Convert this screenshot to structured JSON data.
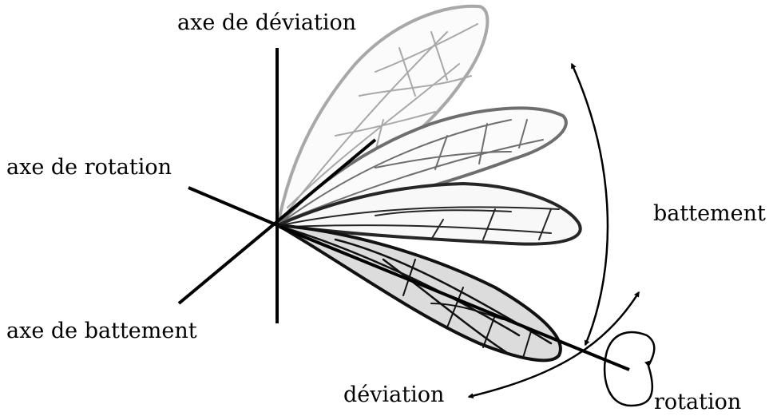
{
  "labels": {
    "deviation_axis": "axe de déviation",
    "rotation_axis": "axe de rotation",
    "flapping_axis": "axe de battement",
    "flapping": "battement",
    "deviation": "déviation",
    "rotation": "rotation"
  },
  "colors": {
    "axis": "#000000",
    "wing_lightest": "#a8a8a8",
    "wing_light": "#6e6e6e",
    "wing_dark": "#262626",
    "wing_darkest": "#111111",
    "wing_fill": "#dcdcdc"
  }
}
